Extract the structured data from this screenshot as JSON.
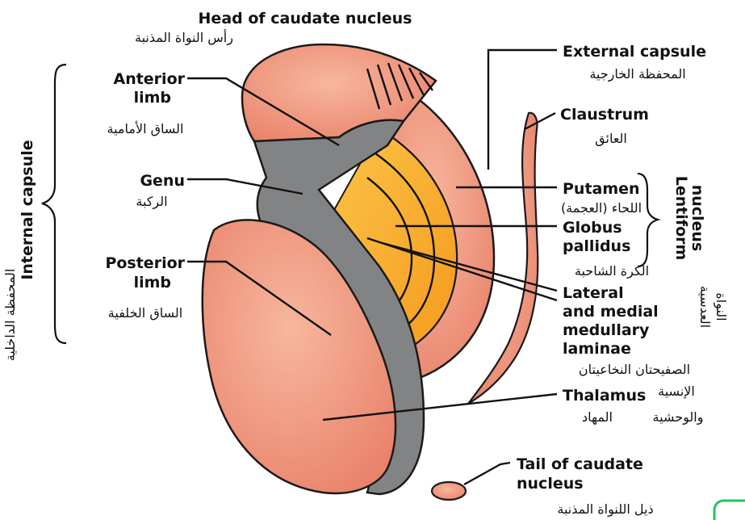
{
  "colors": {
    "nucleus": "#e9826a",
    "nucleus_highlight": "#f7b79e",
    "capsule": "#828384",
    "globus_outer": "#f59a1c",
    "globus_inner": "#fbc54a",
    "outline": "#1a1a1a",
    "corner_accent": "#22c55e"
  },
  "labels": {
    "head_caudate": "Head of caudate nucleus",
    "head_caudate_ar": "رأس النواة المذنبة",
    "anterior_limb_1": "Anterior",
    "anterior_limb_2": "limb",
    "anterior_limb_ar": "الساق الأمامية",
    "genu": "Genu",
    "genu_ar": "الركبة",
    "posterior_limb_1": "Posterior",
    "posterior_limb_2": "limb",
    "posterior_limb_ar": "الساق الخلفية",
    "internal_capsule": "Internal capsule",
    "internal_capsule_ar": "المحفظة الداخلية",
    "external_capsule": "External capsule",
    "external_capsule_ar": "المحفظة الخارجية",
    "claustrum": "Claustrum",
    "claustrum_ar": "العائق",
    "putamen": "Putamen",
    "putamen_ar": "اللحاء (العجمة)",
    "globus_1": "Globus",
    "globus_2": "pallidus",
    "globus_ar": "الكرة الشاحبة",
    "lentiform_1": "Lentiform",
    "lentiform_2": "nucleus",
    "lentiform_ar_1": "النواة",
    "lentiform_ar_2": "العدسية",
    "laminae_1": "Lateral",
    "laminae_2": "and medial",
    "laminae_3": "medullary",
    "laminae_4": "laminae",
    "laminae_ar_1": "الصفيحتان النخاعيتان",
    "laminae_ar_2": "الإنسية",
    "laminae_ar_3": "والوحشية",
    "thalamus": "Thalamus",
    "thalamus_ar": "المهاد",
    "tail_caudate_1": "Tail of caudate",
    "tail_caudate_2": "nucleus",
    "tail_caudate_ar": "ذيل اللنواة المذنبة"
  }
}
